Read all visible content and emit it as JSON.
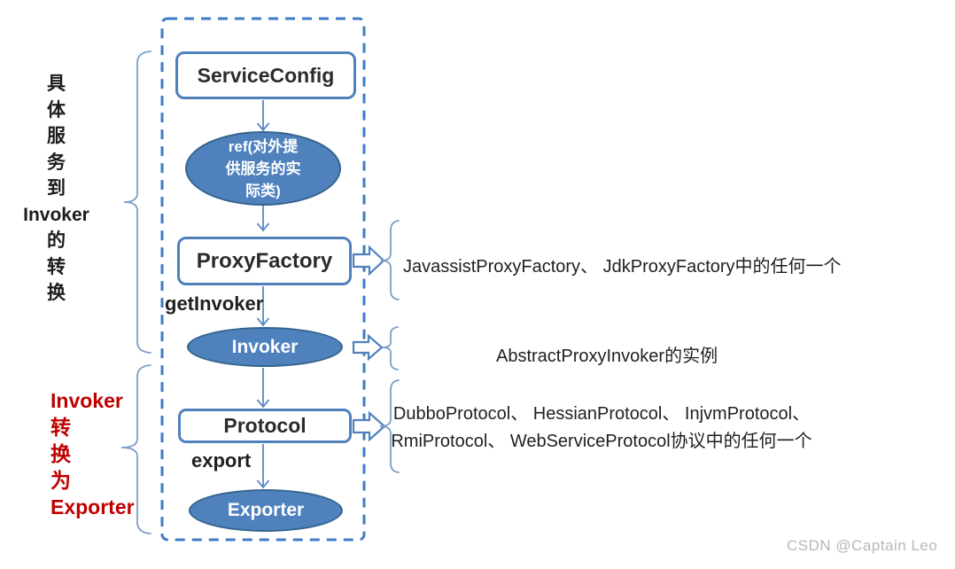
{
  "diagram": {
    "left_labels": {
      "concrete_to_invoker": "具\n体\n服\n务\n到\nInvoker\n的\n转\n换",
      "invoker_to_exporter": "Invoker\n转\n换\n为\nExporter"
    },
    "nodes": {
      "service_config": "ServiceConfig",
      "ref": "ref(对外提\n供服务的实\n际类)",
      "proxy_factory": "ProxyFactory",
      "invoker": "Invoker",
      "protocol": "Protocol",
      "exporter": "Exporter"
    },
    "edge_labels": {
      "get_invoker": "getInvoker",
      "export": "export"
    },
    "annotations": {
      "proxy_factory_impls": "JavassistProxyFactory、 JdkProxyFactory中的任何一个",
      "invoker_impl": "AbstractProxyInvoker的实例",
      "protocol_impls": "DubboProtocol、 HessianProtocol、 InjvmProtocol、\nRmiProtocol、 WebServiceProtocol协议中的任何一个"
    },
    "watermark": "CSDN @Captain Leo",
    "colors": {
      "node_fill": "#4f81bd",
      "node_border_dark": "#34648f",
      "box_border": "#4f81bd",
      "dashed_border": "#3e7cc7",
      "thin_arrow": "#5b88c4",
      "brace": "#7d9ec7",
      "red_text": "#c00000",
      "watermark": "#b8b8b8"
    }
  }
}
